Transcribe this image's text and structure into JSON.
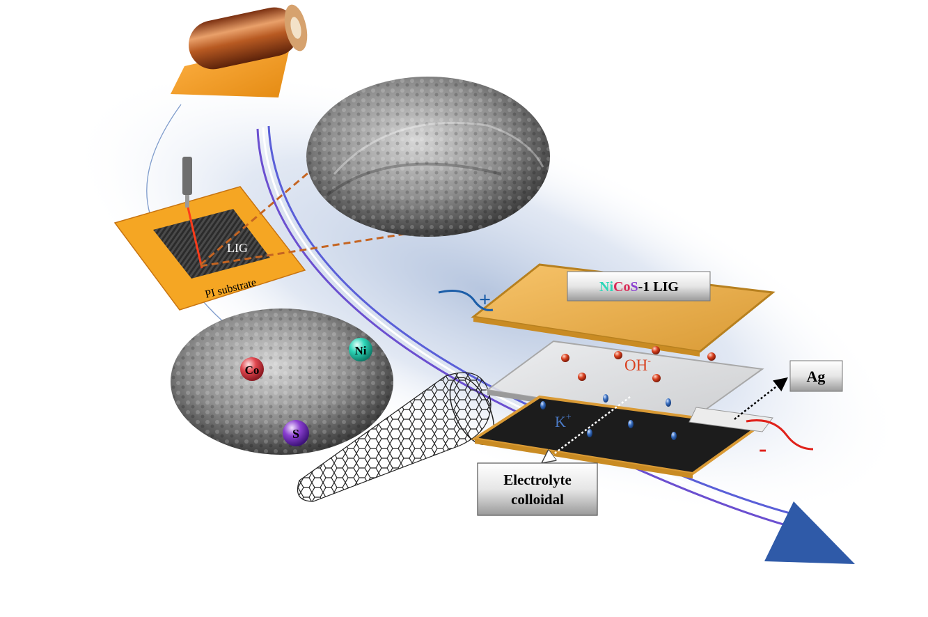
{
  "labels": {
    "lig": "LIG",
    "substrate": "PI substrate",
    "ni": "Ni",
    "co": "Co",
    "s": "S",
    "cathode_ni": "Ni",
    "cathode_co": "Co",
    "cathode_s": "S",
    "cathode_rest": "-1 LIG",
    "oh_base": "OH",
    "oh_sup": "-",
    "k_base": "K",
    "k_sup": "+",
    "plus": "+",
    "minus": "-",
    "ag": "Ag",
    "electrolyte_line1": "Electrolyte",
    "electrolyte_line2": "colloidal"
  },
  "colors": {
    "kapton": "#f5a623",
    "kapton_dark": "#c87410",
    "copper": "#c8692e",
    "arrow_blue": "#2f5aa8",
    "ni_ball": "#2ed6b8",
    "co_ball": "#e0474f",
    "s_ball": "#8a3fd0",
    "ion_red": "#d9401f",
    "ion_blue": "#3a6fc0"
  }
}
